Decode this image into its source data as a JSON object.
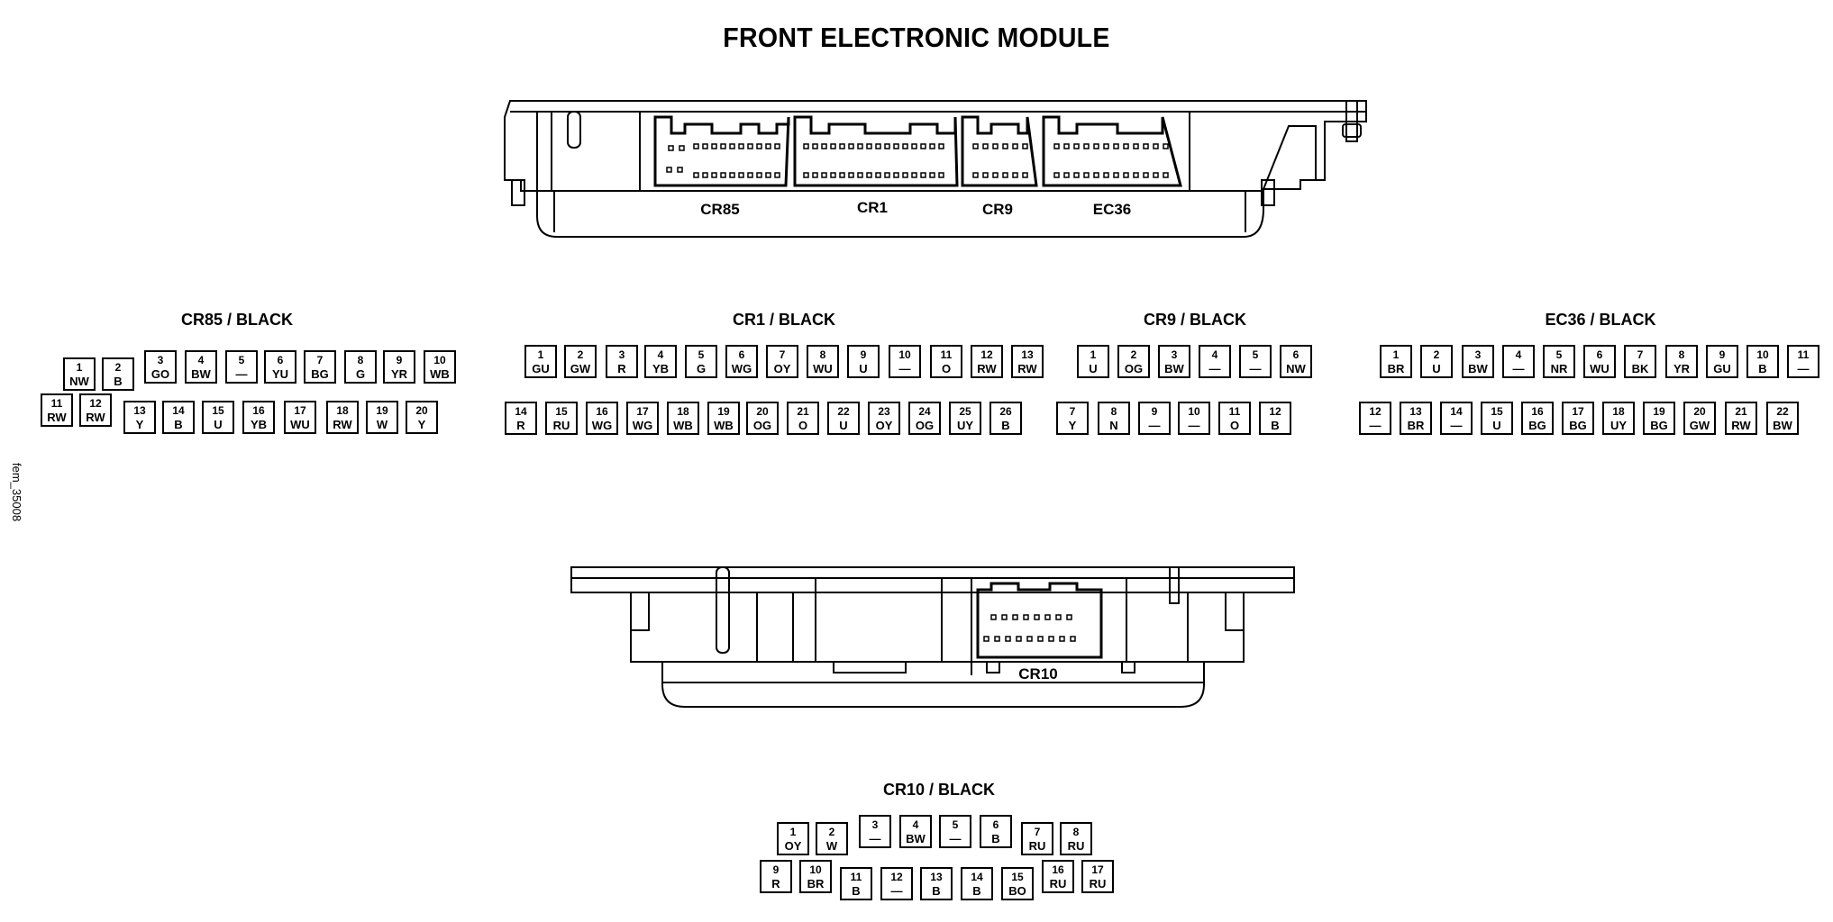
{
  "title": "FRONT ELECTRONIC MODULE",
  "figure_code": "fem_35008",
  "top_module_labels": [
    "CR85",
    "CR1",
    "CR9",
    "EC36"
  ],
  "bottom_module_label": "CR10",
  "connectors": [
    {
      "name": "CR85 / BLACK",
      "rows": [
        [
          [
            "1",
            "NW"
          ],
          [
            "2",
            "B"
          ],
          [
            "3",
            "GO"
          ],
          [
            "4",
            "BW"
          ],
          [
            "5",
            "—"
          ],
          [
            "6",
            "YU"
          ],
          [
            "7",
            "BG"
          ],
          [
            "8",
            "G"
          ],
          [
            "9",
            "YR"
          ],
          [
            "10",
            "WB"
          ]
        ],
        [
          [
            "11",
            "RW"
          ],
          [
            "12",
            "RW"
          ],
          [
            "13",
            "Y"
          ],
          [
            "14",
            "B"
          ],
          [
            "15",
            "U"
          ],
          [
            "16",
            "YB"
          ],
          [
            "17",
            "WU"
          ],
          [
            "18",
            "RW"
          ],
          [
            "19",
            "W"
          ],
          [
            "20",
            "Y"
          ]
        ]
      ]
    },
    {
      "name": "CR1 / BLACK",
      "rows": [
        [
          [
            "1",
            "GU"
          ],
          [
            "2",
            "GW"
          ],
          [
            "3",
            "R"
          ],
          [
            "4",
            "YB"
          ],
          [
            "5",
            "G"
          ],
          [
            "6",
            "WG"
          ],
          [
            "7",
            "OY"
          ],
          [
            "8",
            "WU"
          ],
          [
            "9",
            "U"
          ],
          [
            "10",
            "—"
          ],
          [
            "11",
            "O"
          ],
          [
            "12",
            "RW"
          ],
          [
            "13",
            "RW"
          ]
        ],
        [
          [
            "14",
            "R"
          ],
          [
            "15",
            "RU"
          ],
          [
            "16",
            "WG"
          ],
          [
            "17",
            "WG"
          ],
          [
            "18",
            "WB"
          ],
          [
            "19",
            "WB"
          ],
          [
            "20",
            "OG"
          ],
          [
            "21",
            "O"
          ],
          [
            "22",
            "U"
          ],
          [
            "23",
            "OY"
          ],
          [
            "24",
            "OG"
          ],
          [
            "25",
            "UY"
          ],
          [
            "26",
            "B"
          ]
        ]
      ]
    },
    {
      "name": "CR9 / BLACK",
      "rows": [
        [
          [
            "1",
            "U"
          ],
          [
            "2",
            "OG"
          ],
          [
            "3",
            "BW"
          ],
          [
            "4",
            "—"
          ],
          [
            "5",
            "—"
          ],
          [
            "6",
            "NW"
          ]
        ],
        [
          [
            "7",
            "Y"
          ],
          [
            "8",
            "N"
          ],
          [
            "9",
            "—"
          ],
          [
            "10",
            "—"
          ],
          [
            "11",
            "O"
          ],
          [
            "12",
            "B"
          ]
        ]
      ]
    },
    {
      "name": "EC36 / BLACK",
      "rows": [
        [
          [
            "1",
            "BR"
          ],
          [
            "2",
            "U"
          ],
          [
            "3",
            "BW"
          ],
          [
            "4",
            "—"
          ],
          [
            "5",
            "NR"
          ],
          [
            "6",
            "WU"
          ],
          [
            "7",
            "BK"
          ],
          [
            "8",
            "YR"
          ],
          [
            "9",
            "GU"
          ],
          [
            "10",
            "B"
          ],
          [
            "11",
            "—"
          ]
        ],
        [
          [
            "12",
            "—"
          ],
          [
            "13",
            "BR"
          ],
          [
            "14",
            "—"
          ],
          [
            "15",
            "U"
          ],
          [
            "16",
            "BG"
          ],
          [
            "17",
            "BG"
          ],
          [
            "18",
            "UY"
          ],
          [
            "19",
            "BG"
          ],
          [
            "20",
            "GW"
          ],
          [
            "21",
            "RW"
          ],
          [
            "22",
            "BW"
          ]
        ]
      ]
    },
    {
      "name": "CR10 / BLACK",
      "rows": [
        [
          [
            "1",
            "OY"
          ],
          [
            "2",
            "W"
          ],
          [
            "3",
            "—"
          ],
          [
            "4",
            "BW"
          ],
          [
            "5",
            "—"
          ],
          [
            "6",
            "B"
          ],
          [
            "7",
            "RU"
          ],
          [
            "8",
            "RU"
          ]
        ],
        [
          [
            "9",
            "R"
          ],
          [
            "10",
            "BR"
          ],
          [
            "11",
            "B"
          ],
          [
            "12",
            "—"
          ],
          [
            "13",
            "B"
          ],
          [
            "14",
            "B"
          ],
          [
            "15",
            "BO"
          ],
          [
            "16",
            "RU"
          ],
          [
            "17",
            "RU"
          ]
        ]
      ]
    }
  ]
}
